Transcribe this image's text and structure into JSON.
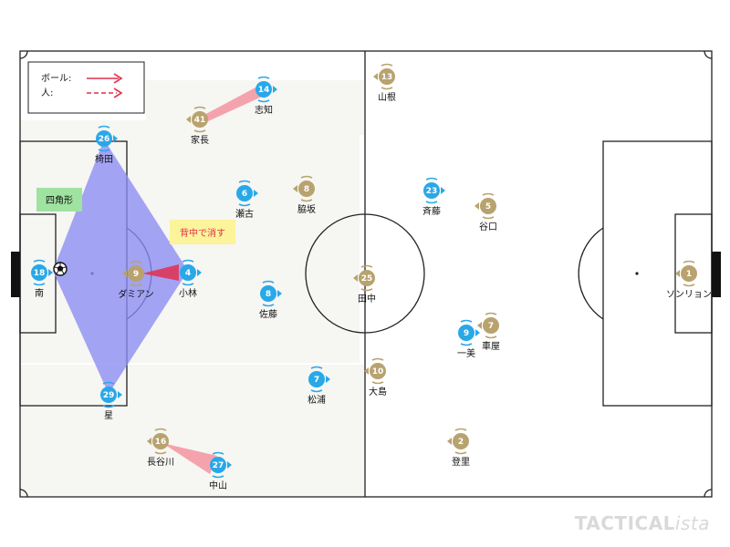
{
  "legend": {
    "ball_label": "ボール:",
    "person_label": "人:"
  },
  "annotations": {
    "shape": "四角形",
    "erase": "背中で消す"
  },
  "brand": {
    "main": "TACTICAL",
    "italic": "ista"
  },
  "colors": {
    "blue_team": "#29a8e8",
    "gold_team": "#b8a26e",
    "shape_fill": "#8c8cf2",
    "annotation_red": "#f06b7a",
    "legend_red": "#e0304a"
  },
  "players": [
    {
      "team": "blue",
      "number": "18",
      "name": "南"
    },
    {
      "team": "blue",
      "number": "26",
      "name": "椅田"
    },
    {
      "team": "blue",
      "number": "29",
      "name": "星"
    },
    {
      "team": "blue",
      "number": "4",
      "name": "小林"
    },
    {
      "team": "blue",
      "number": "6",
      "name": "瀬古"
    },
    {
      "team": "blue",
      "number": "8",
      "name": "佐藤"
    },
    {
      "team": "blue",
      "number": "14",
      "name": "志知"
    },
    {
      "team": "blue",
      "number": "7",
      "name": "松浦"
    },
    {
      "team": "blue",
      "number": "27",
      "name": "中山"
    },
    {
      "team": "blue",
      "number": "23",
      "name": "斉藤"
    },
    {
      "team": "blue",
      "number": "9",
      "name": "一美"
    },
    {
      "team": "gold",
      "number": "41",
      "name": "家長"
    },
    {
      "team": "gold",
      "number": "9",
      "name": "ダミアン"
    },
    {
      "team": "gold",
      "number": "8",
      "name": "脇坂"
    },
    {
      "team": "gold",
      "number": "13",
      "name": "山根"
    },
    {
      "team": "gold",
      "number": "25",
      "name": "田中"
    },
    {
      "team": "gold",
      "number": "10",
      "name": "大島"
    },
    {
      "team": "gold",
      "number": "16",
      "name": "長谷川"
    },
    {
      "team": "gold",
      "number": "5",
      "name": "谷口"
    },
    {
      "team": "gold",
      "number": "7",
      "name": "車屋"
    },
    {
      "team": "gold",
      "number": "2",
      "name": "登里"
    },
    {
      "team": "gold",
      "number": "1",
      "name": "ソンリョン"
    }
  ]
}
